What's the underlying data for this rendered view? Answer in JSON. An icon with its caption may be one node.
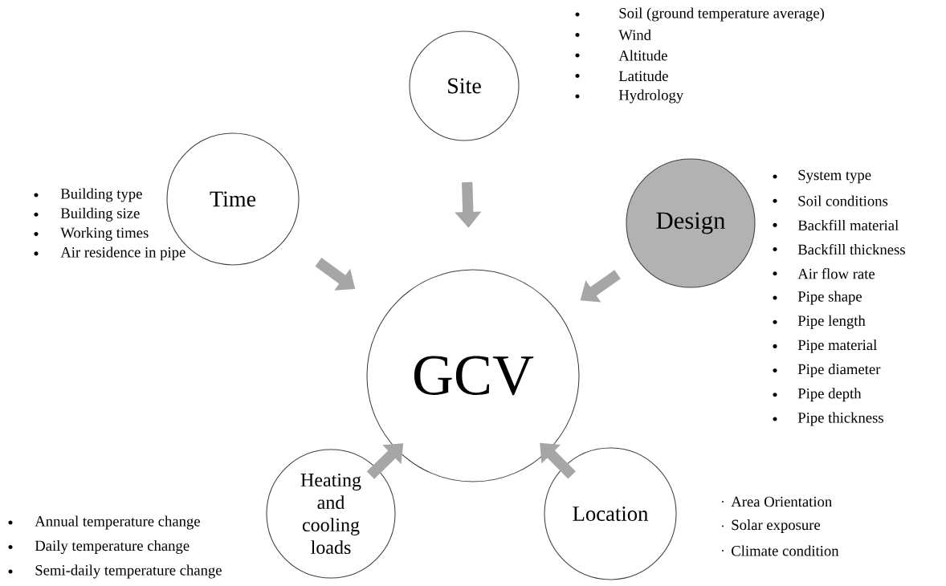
{
  "diagram": {
    "nodes": [
      {
        "text": [
          "Site"
        ],
        "beside": [
          "Soil (ground temperature average)",
          "Wind",
          "Altitude",
          "Latitude",
          "Hydrology"
        ]
      },
      {
        "text": [
          "Time"
        ],
        "beside": [
          "Building type",
          "Building size",
          "Working times",
          "Air residence in pipe"
        ]
      },
      {
        "text": [
          "Design"
        ],
        "beside": [
          "System type",
          "Soil conditions",
          "Backfill material",
          "Backfill thickness",
          "Air flow rate",
          "Pipe shape",
          "Pipe length",
          "Pipe material",
          "Pipe diameter",
          "Pipe depth",
          "Pipe thickness"
        ]
      },
      {
        "text": [
          "GCV"
        ]
      },
      {
        "text": [
          "Heating and cooling loads"
        ],
        "beside": [
          "Annual temperature change",
          "Daily temperature change",
          "Semi-daily temperature change"
        ]
      },
      {
        "text": [
          "Location"
        ],
        "beside": [
          "Area Orientation",
          "Solar exposure",
          "Climate condition"
        ]
      }
    ],
    "edges": [
      {
        "from": 0,
        "to": 3,
        "arrow": "to"
      },
      {
        "from": 1,
        "to": 3,
        "arrow": "to"
      },
      {
        "from": 2,
        "to": 3,
        "arrow": "to"
      },
      {
        "from": 4,
        "to": 3,
        "arrow": "to"
      },
      {
        "from": 5,
        "to": 3,
        "arrow": "to"
      }
    ]
  }
}
